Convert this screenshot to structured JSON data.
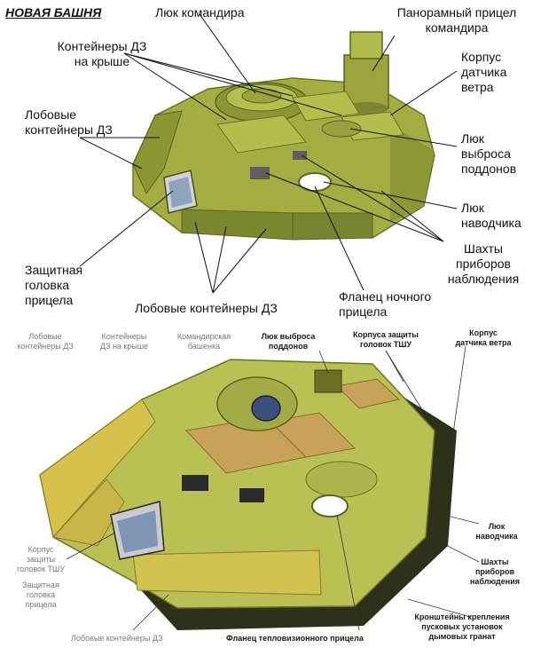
{
  "title": "НОВАЯ БАШНЯ",
  "colors": {
    "armor_top": "#a3ad42",
    "armor_dark": "#5d6420",
    "era_blocks": "#c9a25a",
    "bottom_side": "#2e3019",
    "leader": "#111111"
  },
  "top_diagram": {
    "labels": {
      "commander_hatch": "Люк командира",
      "panoramic_sight": "Панорамный прицел\nкомандира",
      "roof_era": "Контейнеры ДЗ\nна крыше",
      "wind_sensor": "Корпус\nдатчика\nветра",
      "frontal_era_upper": "Лобовые\nконтейнеры ДЗ",
      "pallet_hatch": "Люк\nвыброса\nподдонов",
      "gunner_hatch": "Люк\nнаводчика",
      "periscope_shafts": "Шахты\nприборов\nнаблюдения",
      "sight_head": "Защитная\nголовка\nприцела",
      "night_sight_flange": "Фланец ночного\nприцела",
      "frontal_era_lower": "Лобовые контейнеры ДЗ"
    }
  },
  "bottom_diagram": {
    "labels": {
      "frontal_era": "Лобовые\nконтейнеры ДЗ",
      "roof_era": "Контейнеры\nДЗ на крыше",
      "commander_cupola": "Командирская\nбашенка",
      "pallet_hatch": "Люк выброса\nподдонов",
      "tshu_heads_housing": "Корпуса защиты\nголовок ТШУ",
      "wind_sensor": "Корпус\nдатчика ветра",
      "gunner_hatch": "Люк\nнаводчика",
      "periscope_shafts": "Шахты\nприборов\nнаблюдения",
      "tshu_housing": "Корпус\nзащиты\nголовок ТШУ",
      "sight_head": "Защитная\nголовка\nприцела",
      "smoke_brackets": "Кронштейны крепления\nпусковых установок\nдымовых гранат",
      "thermal_sight_flange": "Фланец тепловизионного прицела",
      "frontal_era_bottom": "Лобовые контейнеры ДЗ"
    }
  }
}
